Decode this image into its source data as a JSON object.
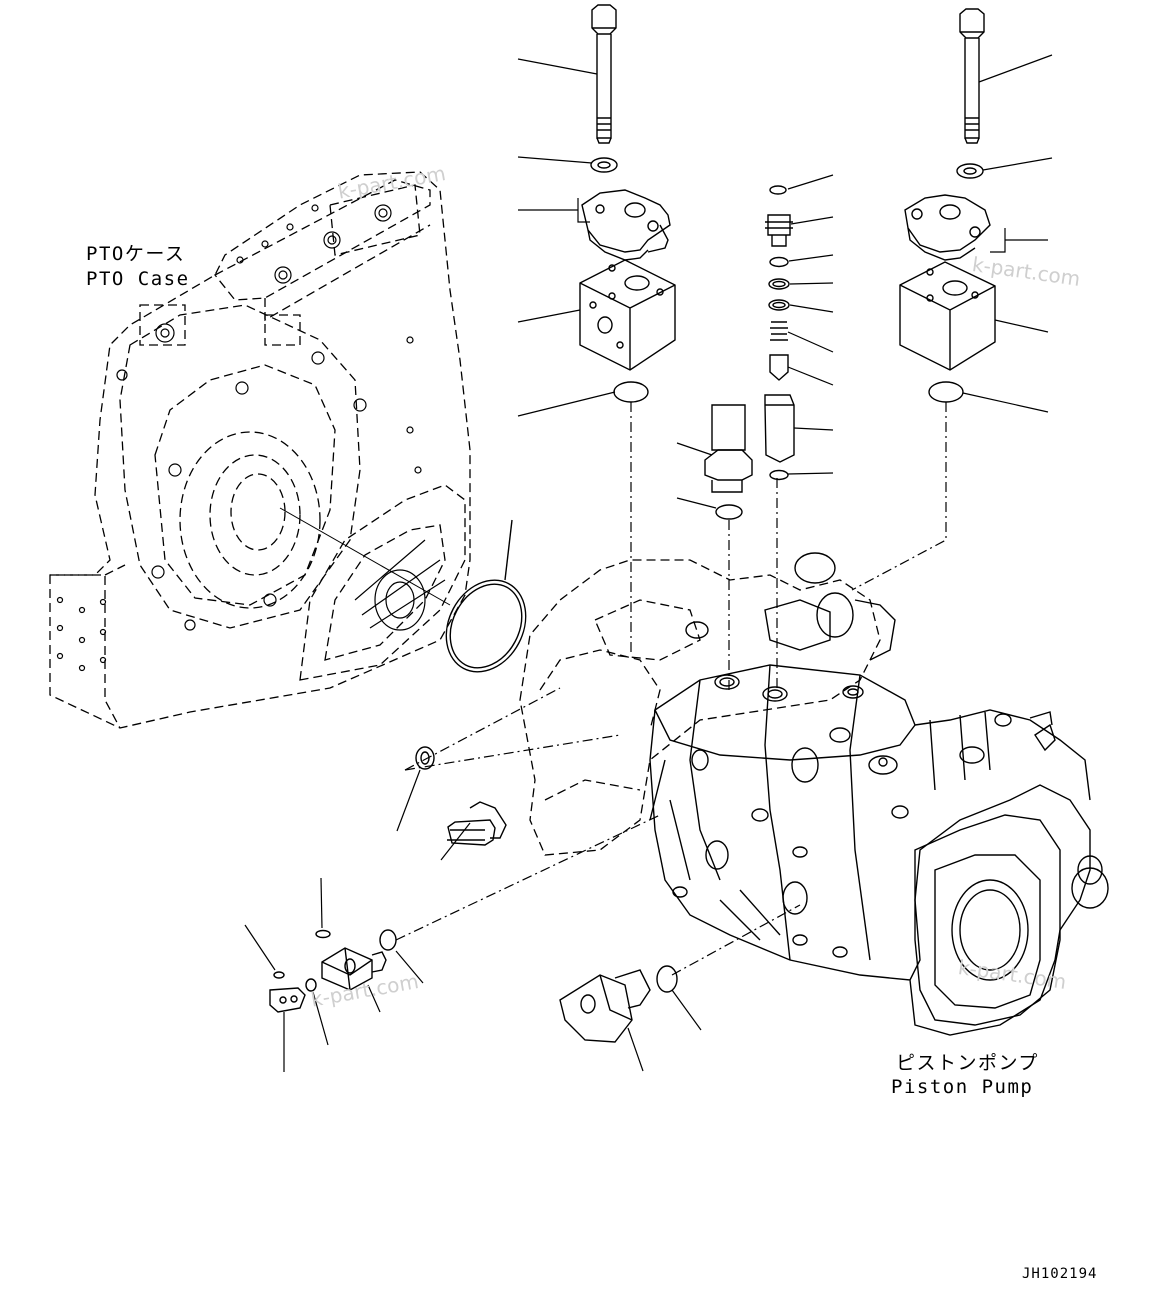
{
  "labels": {
    "pto_case_jp": "PTOケース",
    "pto_case_en": "PTO Case",
    "piston_pump_jp": "ピストンポンプ",
    "piston_pump_en": "Piston Pump"
  },
  "watermarks": [
    "k-part.com",
    "k-part.com",
    "k-part.com",
    "k-part.com"
  ],
  "drawing_code": "JH102194",
  "colors": {
    "line": "#000000",
    "watermark": "#cfcfcf",
    "background": "#ffffff"
  }
}
